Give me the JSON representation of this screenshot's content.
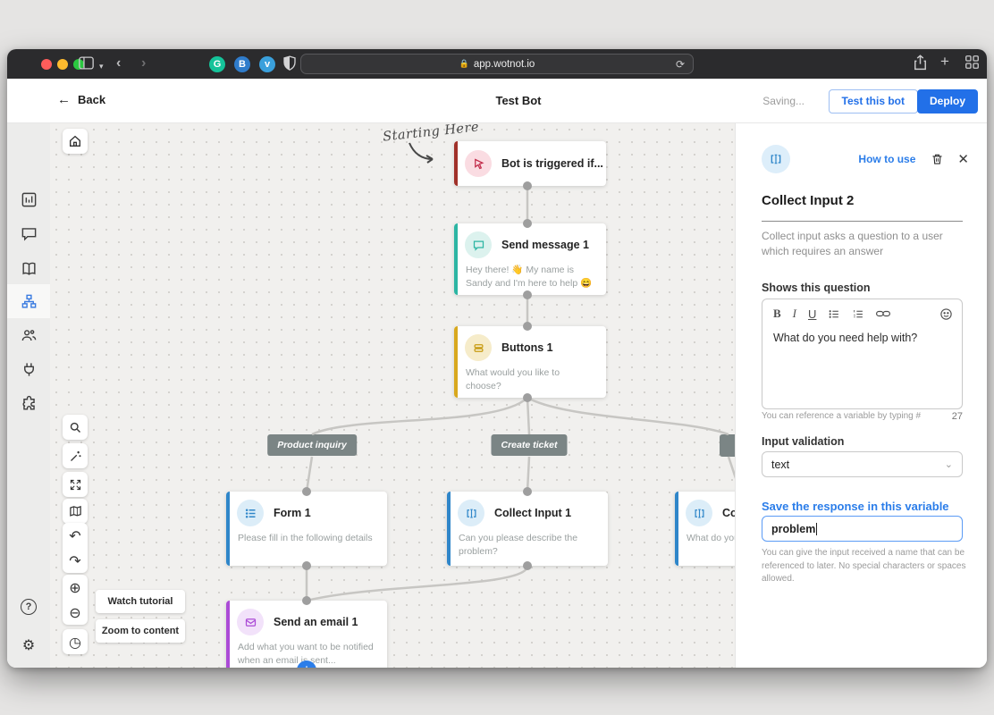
{
  "browser": {
    "url": "app.wotnot.io",
    "extensions": [
      {
        "name": "grammarly",
        "glyph": "G",
        "color": "#15c39a"
      },
      {
        "name": "bitwarden",
        "glyph": "B",
        "color": "#2f7ccb"
      },
      {
        "name": "pocket",
        "glyph": "v",
        "color": "#3aa0dc"
      }
    ]
  },
  "header": {
    "back": "Back",
    "title": "Test Bot",
    "saving": "Saving...",
    "test_button": "Test this bot",
    "deploy_button": "Deploy"
  },
  "sidebar": {
    "items": [
      {
        "name": "analytics"
      },
      {
        "name": "conversations"
      },
      {
        "name": "knowledge-base"
      },
      {
        "name": "bot-builder",
        "active": true
      },
      {
        "name": "users"
      },
      {
        "name": "integrations"
      },
      {
        "name": "addons"
      }
    ]
  },
  "canvas": {
    "annotation": "Starting Here",
    "nodes": [
      {
        "title": "Bot is triggered if...",
        "subtitle": "",
        "color": "#a03029"
      },
      {
        "title": "Send message 1",
        "subtitle": "Hey there! 👋 My name is Sandy and I'm here to help 😄",
        "color": "#2cb5a3"
      },
      {
        "title": "Buttons 1",
        "subtitle": "What would you like to choose?",
        "color": "#d8a81e"
      },
      {
        "title": "Form 1",
        "subtitle": "Please fill in the following details",
        "color": "#2f86c9"
      },
      {
        "title": "Collect Input 1",
        "subtitle": "Can you please describe the problem?",
        "color": "#2f86c9"
      },
      {
        "title": "Collect Input 2",
        "subtitle": "What do you need help with?",
        "color": "#2f86c9"
      },
      {
        "title": "Send an email 1",
        "subtitle": "Add what you want to be notified when an email is sent...",
        "color": "#ab4bd6"
      }
    ],
    "branch_labels": [
      "Product inquiry",
      "Create ticket"
    ],
    "buttons": {
      "watch_tutorial": "Watch tutorial",
      "zoom_to_content": "Zoom to content"
    }
  },
  "panel": {
    "how_to_use": "How to use",
    "title": "Collect Input 2",
    "description": "Collect input asks a question to a user which requires an answer",
    "question_label": "Shows this question",
    "toolbar": {
      "bold": "B",
      "italic": "I",
      "underline": "U"
    },
    "question_value": "What do you need help with?",
    "variable_hint": "You can reference a variable by typing #",
    "char_count": "27",
    "validation_label": "Input validation",
    "validation_value": "text",
    "save_label": "Save the response in this variable",
    "save_value": "problem",
    "save_hint": "You can give the input received a name that can be referenced to later. No special characters or spaces allowed."
  },
  "colors": {
    "accent_blue": "#2270e8",
    "link_blue": "#2b7de9",
    "trigger_red": "#a03029",
    "message_teal": "#2cb5a3",
    "buttons_yellow": "#d8a81e",
    "input_blue": "#2f86c9",
    "email_purple": "#ab4bd6"
  }
}
